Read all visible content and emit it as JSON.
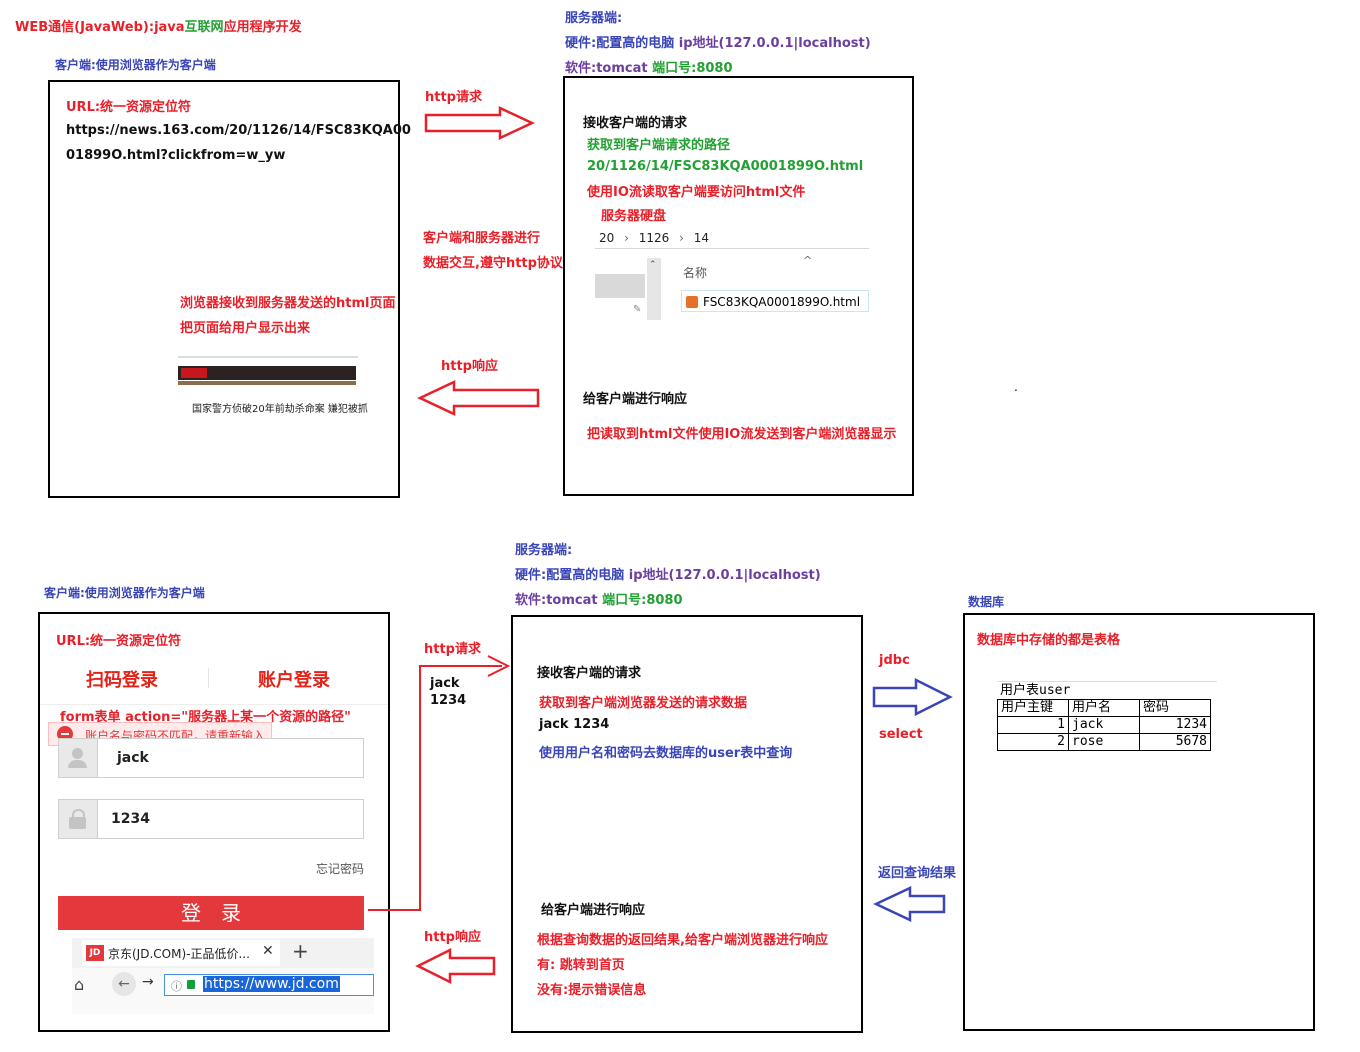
{
  "top": {
    "title_part1": "WEB通信(JavaWeb):java",
    "title_part2": "互联网",
    "title_part3": "应用程序开发",
    "client_label": "客户端:使用浏览器作为客户端",
    "server_label": "服务器端:",
    "hardware_label": "硬件:配置高的电脑",
    "hardware_value": "ip地址(127.0.0.1|localhost)",
    "software_label": "软件:tomcat",
    "software_value": "端口号:8080",
    "client_box": {
      "url_label": "URL:统一资源定位符",
      "url_line1": "https://news.163.com/20/1126/14/FSC83KQA00",
      "url_line2": "01899O.html?clickfrom=w_yw",
      "receive_line1": "浏览器接收到服务器发送的html页面",
      "receive_line2": "把页面给用户显示出来",
      "thumb_text": "国家警方侦破20年前劫杀命案 嫌犯被抓"
    },
    "http_request": "http请求",
    "interaction_line1": "客户端和服务器进行",
    "interaction_line2": "数据交互,遵守http协议",
    "http_response": "http响应",
    "server_box": {
      "receive": "接收客户端的请求",
      "get_path": "获取到客户端请求的路径",
      "path": "20/1126/14/FSC83KQA0001899O.html",
      "io_read": "使用IO流读取客户端要访问html文件",
      "disk": "服务器硬盘",
      "breadcrumb": [
        "20",
        "1126",
        "14"
      ],
      "column_name": "名称",
      "file_name": "FSC83KQA0001899O.html",
      "respond": "给客户端进行响应",
      "respond_detail": "把读取到html文件使用IO流发送到客户端浏览器显示",
      "dot": "."
    }
  },
  "bottom": {
    "client_label": "客户端:使用浏览器作为客户端",
    "server_label": "服务器端:",
    "hardware_label": "硬件:配置高的电脑",
    "hardware_value": "ip地址(127.0.0.1|localhost)",
    "software_label": "软件:tomcat",
    "software_value": "端口号:8080",
    "db_label": "数据库",
    "client_box": {
      "url_label": "URL:统一资源定位符",
      "tab_qr": "扫码登录",
      "tab_account": "账户登录",
      "form_text": "form表单  action=\"服务器上某一个资源的路径\"",
      "error_msg": "账户名与密码不匹配，请重新输入",
      "username": "jack",
      "password": "1234",
      "forgot": "忘记密码",
      "login_button": "登录",
      "browser_tab": "京东(JD.COM)-正品低价...",
      "jd_logo": "JD",
      "address": "https://www.jd.com"
    },
    "http_request": "http请求",
    "request_data_line1": "jack",
    "request_data_line2": "1234",
    "http_response": "http响应",
    "server_box": {
      "receive": "接收客户端的请求",
      "get_data": "获取到客户端浏览器发送的请求数据",
      "data": "jack 1234",
      "query": "使用用户名和密码去数据库的user表中查询",
      "respond": "给客户端进行响应",
      "respond_detail": "根据查询数据的返回结果,给客户端浏览器进行响应",
      "yes": "有: 跳转到首页",
      "no": "没有:提示错误信息"
    },
    "jdbc": "jdbc",
    "select": "select",
    "return_result": "返回查询结果",
    "db_box": {
      "title": "数据库中存储的都是表格",
      "table_caption": "用户表user",
      "headers": [
        "用户主键",
        "用户名",
        "密码"
      ],
      "rows": [
        [
          "1",
          "jack",
          "1234"
        ],
        [
          "2",
          "rose",
          "5678"
        ]
      ]
    }
  },
  "colors": {
    "red": "#e8202a",
    "green": "#22a033",
    "purple": "#6b3fa0",
    "blue": "#3a46b8",
    "jd_red": "#e4393c"
  }
}
